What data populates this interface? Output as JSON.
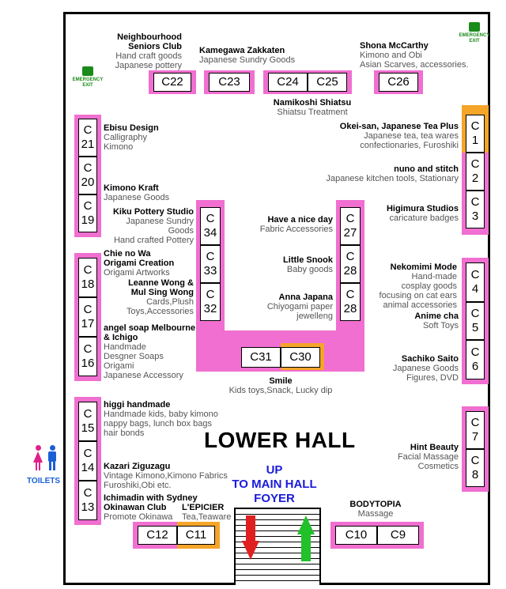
{
  "hall_name": "LOWER HALL",
  "stairs_text": [
    "UP",
    "TO MAIN HALL",
    "FOYER"
  ],
  "toilets": "TOILETS",
  "emergency_exit": "EMERGENCY\nEXIT",
  "colors": {
    "stall_border": "#f06fd0",
    "highlight": "#f4a52a",
    "up_text": "#1a1adb",
    "down_arrow": "#e02020",
    "up_arrow": "#22c02a",
    "exit_green": "#1a8a1a"
  },
  "stalls": {
    "c1": "C 1",
    "c2": "C 2",
    "c3": "C 3",
    "c4": "C 4",
    "c5": "C 5",
    "c6": "C 6",
    "c7": "C 7",
    "c8": "C 8",
    "c9": "C9",
    "c10": "C10",
    "c11": "C11",
    "c12": "C12",
    "c13": "C 13",
    "c14": "C 14",
    "c15": "C 15",
    "c16": "C 16",
    "c17": "C 17",
    "c18": "C 18",
    "c19": "C 19",
    "c20": "C 20",
    "c21": "C 21",
    "c22": "C22",
    "c23": "C23",
    "c24": "C24",
    "c25": "C25",
    "c26": "C26",
    "c27": "C 27",
    "c28a": "C 28",
    "c28b": "C 28",
    "c30": "C30",
    "c31": "C31",
    "c32": "C 32",
    "c33": "C 33",
    "c34": "C 34"
  },
  "vendors": {
    "neighbourhood": {
      "name1": "Neighbourhood",
      "name2": "Seniors Club",
      "desc1": "Hand craft goods",
      "desc2": "Japanese pottery"
    },
    "kamegawa": {
      "name": "Kamegawa Zakkaten",
      "desc": "Japanese Sundry Goods"
    },
    "shona": {
      "name": "Shona McCarthy",
      "desc1": "Kimono and Obi",
      "desc2": "Asian Scarves, accessories."
    },
    "namikoshi": {
      "name": "Namikoshi Shiatsu",
      "desc": "Shiatsu Treatment"
    },
    "okei": {
      "name": "Okei-san, Japanese Tea Plus",
      "desc1": "Japanese tea, tea wares",
      "desc2": "confectionaries, Furoshiki"
    },
    "nuno": {
      "name": "nuno and stitch",
      "desc": "Japanese kitchen tools, Stationary"
    },
    "higimura": {
      "name": "Higimura Studios",
      "desc": "caricature badges"
    },
    "ebisu": {
      "name": "Ebisu Design",
      "desc1": "Calligraphy",
      "desc2": "Kimono"
    },
    "kimono_kraft": {
      "name": "Kimono Kraft",
      "desc": "Japanese Goods"
    },
    "kiku": {
      "name": "Kiku Pottery Studio",
      "desc1": "Japanese Sundry",
      "desc2": "Goods",
      "desc3": "Hand crafted Pottery"
    },
    "have_nice_day": {
      "name": "Have a nice day",
      "desc": "Fabric Accessories"
    },
    "chie": {
      "name1": "Chie no Wa",
      "name2": "Origami Creation",
      "desc": "Origami Artworks"
    },
    "leanne": {
      "name1": "Leanne Wong &",
      "name2": "Mul Sing Wong",
      "desc1": "Cards,Plush",
      "desc2": "Toys,Accessories"
    },
    "little_snook": {
      "name": "Little Snook",
      "desc": "Baby goods"
    },
    "anna": {
      "name": "Anna Japana",
      "desc1": "Chiyogami paper",
      "desc2": "jewelleng"
    },
    "nekomimi": {
      "name": "Nekomimi Mode",
      "desc1": "Hand-made",
      "desc2": "cosplay goods",
      "desc3": "focusing on cat ears",
      "desc4": "animal accessories"
    },
    "anime_cha": {
      "name": "Anime cha",
      "desc": "Soft Toys"
    },
    "sachiko": {
      "name": "Sachiko Saito",
      "desc1": "Japanese Goods",
      "desc2": "Figures, DVD"
    },
    "angel_soap": {
      "name1": "angel soap Melbourne",
      "name2": "& Ichigo",
      "desc1": "Handmade",
      "desc2": "Desgner Soaps",
      "desc3": "Origami",
      "desc4": "Japanese Accessory"
    },
    "smile": {
      "name": "Smile",
      "desc": "Kids toys,Snack, Lucky dip"
    },
    "higgi": {
      "name": "higgi handmade",
      "desc1": "Handmade kids, baby kimono",
      "desc2": "nappy bags, lunch box bags",
      "desc3": "hair bonds"
    },
    "hint_beauty": {
      "name": "Hint Beauty",
      "desc1": "Facial Massage",
      "desc2": "Cosmetics"
    },
    "kazari": {
      "name": "Kazari Ziguzagu",
      "desc1": "Vintage Kimono,Kimono Fabrics",
      "desc2": "Furoshiki,Obi etc."
    },
    "ichimadin": {
      "name1": "Ichimadin with Sydney",
      "name2": "Okinawan Club",
      "desc": "Promote Okinawa"
    },
    "lepicier": {
      "name": "L'EPICIER",
      "desc": "Tea,Teaware"
    },
    "bodytopia": {
      "name": "BODYTOPIA",
      "desc": "Massage"
    }
  }
}
